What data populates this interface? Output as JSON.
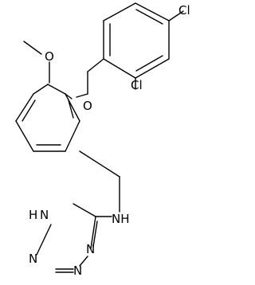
{
  "atoms": {
    "cl_top": "Cl",
    "cl_mid": "Cl",
    "o_methoxy": "O",
    "o_ether": "O",
    "nh": "NH",
    "tetrazole_h": "H",
    "tetrazole_n1": "N",
    "tetrazole_n2": "N",
    "tetrazole_n3": "N",
    "tetrazole_n4": "N"
  }
}
